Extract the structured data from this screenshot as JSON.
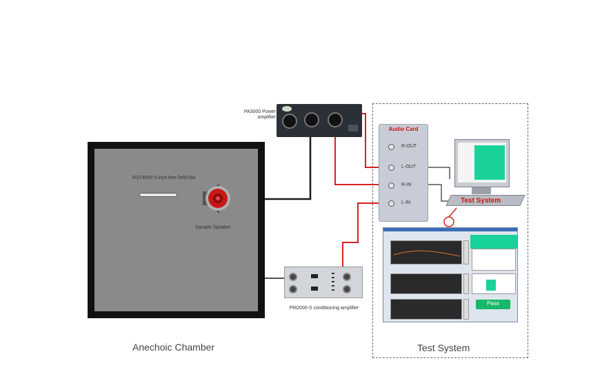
{
  "chamber": {
    "label": "Anechoic Chamber",
    "mic_label": "RST4000 0.inch free field Mic",
    "speaker_label": "Sample Speaker"
  },
  "power_amp": {
    "label": "PA3000 Power amplifier"
  },
  "conditioner": {
    "label": "PM2000-S conditioning amplifier"
  },
  "test_system": {
    "label": "Test System",
    "audio_card": {
      "title": "Audio Card",
      "ports": [
        "R-OUT",
        "L-OUT",
        "R-IN",
        "L-IN"
      ]
    },
    "computer_label": "Test System",
    "pass_label": "Pass"
  },
  "colors": {
    "signal_red": "#d42020",
    "signal_black": "#1a1a1a",
    "chamber_wall": "#111111",
    "chamber_floor": "#8a8a8a",
    "screen_green": "#19d29a"
  }
}
